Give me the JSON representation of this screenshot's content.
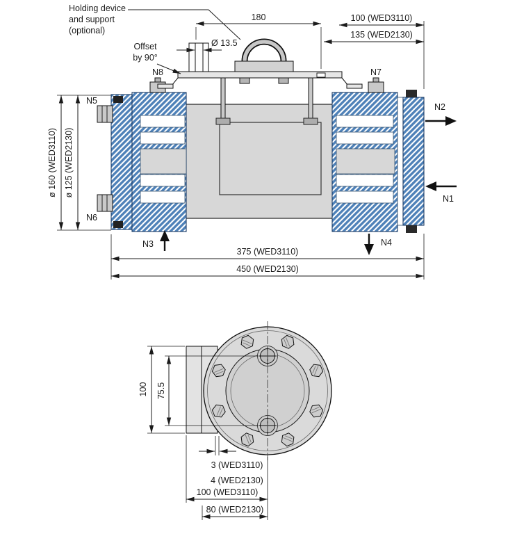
{
  "drawing": {
    "title": "Heat exchanger dimensional drawing",
    "models": [
      "WED3110",
      "WED2130"
    ],
    "views": [
      "side-section-view",
      "end-flange-view"
    ]
  },
  "colors": {
    "hatch_blue": "#4e81b8",
    "hatch_edge": "#1a3a63",
    "body_gray": "#d7d7d7",
    "line": "#1b1b1b"
  },
  "side_view": {
    "holding_label": [
      "Holding device",
      "and support",
      "(optional)"
    ],
    "offset_label": [
      "Offset",
      "by 90°"
    ],
    "dims": {
      "width_180": "180",
      "right_100": "100 (WED3110)",
      "right_135": "135 (WED2130)",
      "hole": "Ø 13.5",
      "dia_160": "ø 160 (WED3110)",
      "dia_125": "ø 125 (WED2130)",
      "length_375": "375 (WED3110)",
      "length_450": "450 (WED2130)"
    },
    "nozzles": {
      "n1": "N1",
      "n2": "N2",
      "n3": "N3",
      "n4": "N4",
      "n5": "N5",
      "n6": "N6",
      "n7": "N7",
      "n8": "N8"
    }
  },
  "end_view": {
    "dims": {
      "height_100": "100",
      "spacing_755": "75.5",
      "gap_3": "3 (WED3110)",
      "gap_4": "4 (WED2130)",
      "width_100": "100 (WED3110)",
      "width_80": "80 (WED2130)"
    }
  }
}
